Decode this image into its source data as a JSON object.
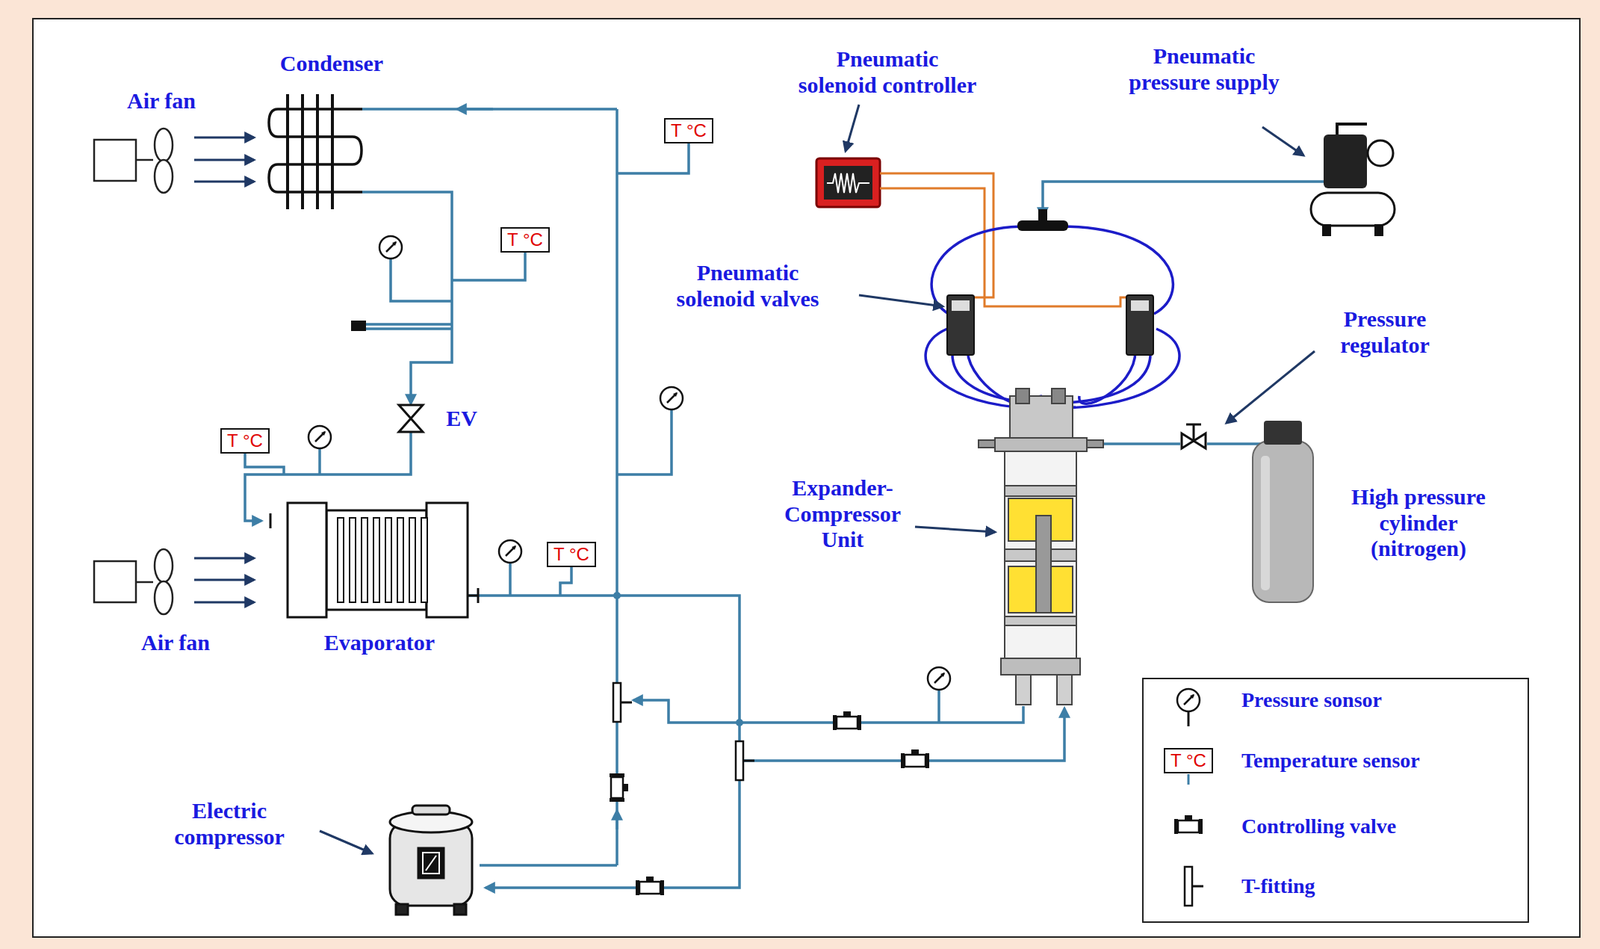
{
  "diagram": {
    "nodes": [
      {
        "text": [
          "T °C"
        ]
      },
      {
        "text": [
          "T °C"
        ]
      },
      {
        "text": [
          "T °C"
        ]
      },
      {
        "text": [
          "T °C"
        ]
      }
    ],
    "labels": [
      "Air fan",
      "Condenser",
      "Pneumatic solenoid controller",
      "Pneumatic pressure supply",
      "Pneumatic solenoid valves",
      "EV",
      "Pressure regulator",
      "Expander-Compressor Unit",
      "High pressure cylinder (nitrogen)",
      "Air fan",
      "Evaporator",
      "Electric compressor",
      "T °C"
    ],
    "legend": [
      {
        "text": "Pressure sonsor"
      },
      {
        "text": "Temperature sensor"
      },
      {
        "text": "Controlling valve"
      },
      {
        "text": "T-fitting"
      }
    ]
  }
}
